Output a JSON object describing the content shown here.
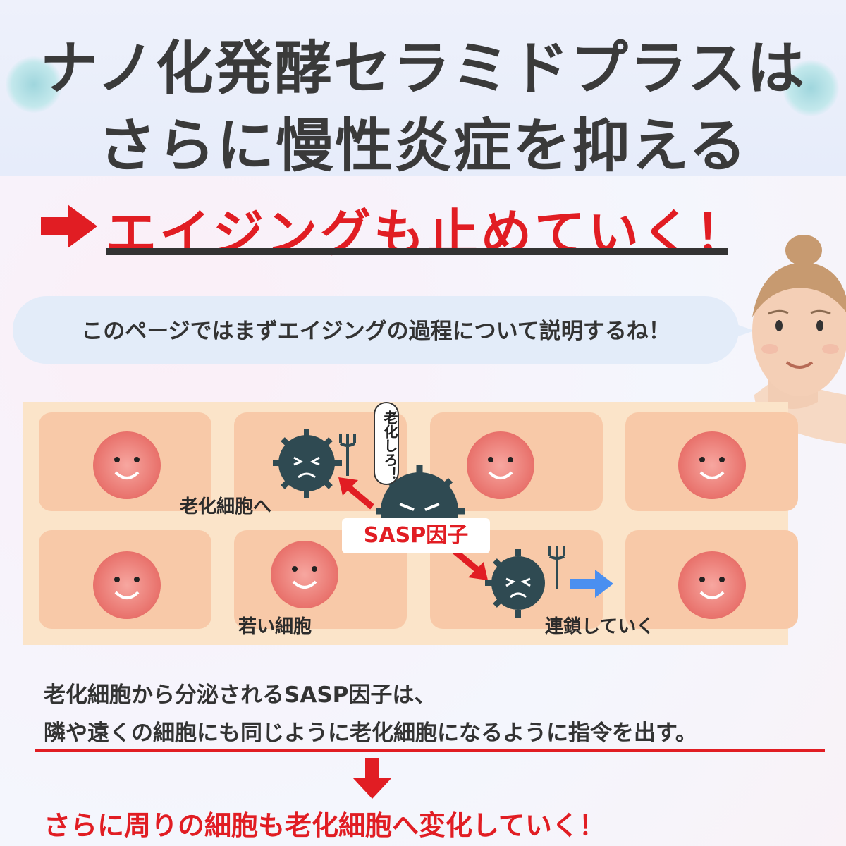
{
  "title": {
    "line1": "ナノ化発酵セラミドプラスは",
    "line2": "さらに慢性炎症を抑える"
  },
  "headline": {
    "text": "エイジングも止めていく！"
  },
  "speech_bubble": {
    "text": "このページではまずエイジングの過程について説明するね！"
  },
  "diagram": {
    "speech_text": "老化しろ！",
    "label_senescent": "老化細胞へ",
    "label_sasp": "SASP因子",
    "label_young": "若い細胞",
    "label_chain": "連鎖していく"
  },
  "body": {
    "line1": "老化細胞から分泌されるSASP因子は、",
    "line2": "隣や遠くの細胞にも同じように老化細胞になるように指令を出す。"
  },
  "conclusion": {
    "text": "さらに周りの細胞も老化細胞へ変化していく！"
  },
  "colors": {
    "accent_red": "#e11d23",
    "title_gray": "#3a3a3a",
    "bubble_blue": "#e3ecf9",
    "panel_beige": "#fbe4c9",
    "cell_peach": "#f8c9a8",
    "arrow_blue": "#4a8ff0"
  },
  "icons": [
    "red-arrow-right-icon",
    "red-arrow-down-icon",
    "blue-arrow-right-icon",
    "woman-avatar",
    "cell-face-icon",
    "sasp-virus-icon"
  ]
}
